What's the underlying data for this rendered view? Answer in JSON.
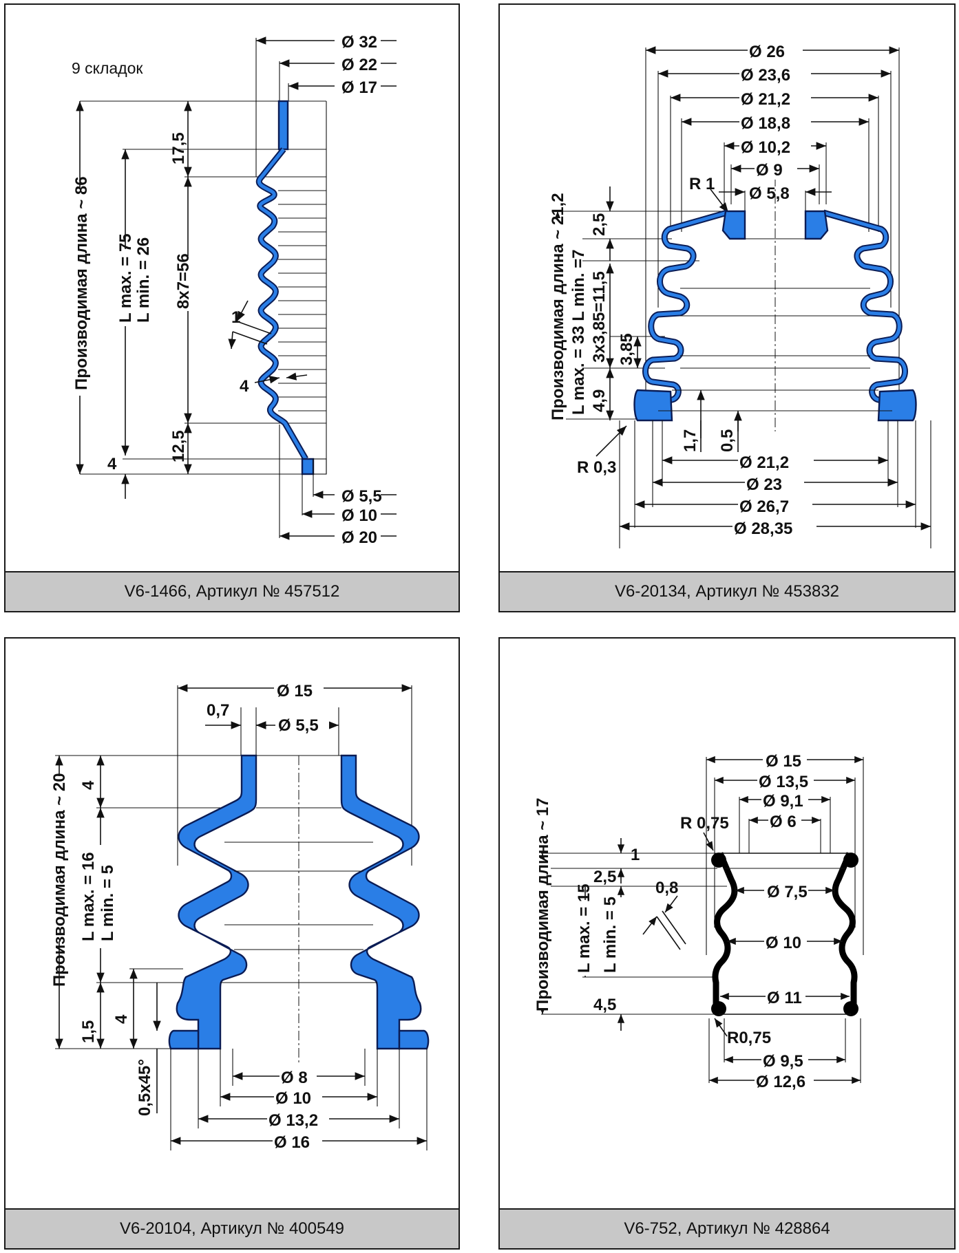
{
  "panels": [
    {
      "caption": "V6-1466, Артикул № 457512",
      "note": "9  складок",
      "dims": {
        "d32": "Ø 32",
        "d22": "Ø 22",
        "d17": "Ø 17",
        "d55": "Ø 5,5",
        "d10": "Ø 10",
        "d20": "Ø 20",
        "len": "Производимая длина ~ 86",
        "lmax": "L max. = 75",
        "lmin": "L min. = 26",
        "h175": "17,5",
        "h856": "8x7=56",
        "h125": "12,5",
        "h4": "4",
        "t1": "1",
        "t4": "4"
      }
    },
    {
      "caption": "V6-20134, Артикул № 453832",
      "dims": {
        "d26": "Ø 26",
        "d236": "Ø 23,6",
        "d212t": "Ø 21,2",
        "d188": "Ø 18,8",
        "d102": "Ø 10,2",
        "d9": "Ø 9",
        "d58": "Ø 5,8",
        "r1": "R 1",
        "d212b": "Ø 21,2",
        "d23": "Ø 23",
        "d267": "Ø 26,7",
        "d2835": "Ø 28,35",
        "r03": "R 0,3",
        "len": "Производимая длина ~ 21,2",
        "lmaxmin": "L max. = 33 L min. =7",
        "h25": "2,5",
        "h385x": "3x3,85=11,5",
        "h385": "3,85",
        "h49": "4,9",
        "h17": "1,7",
        "h05": "0,5"
      }
    },
    {
      "caption": "V6-20104, Артикул № 400549",
      "dims": {
        "d15": "Ø 15",
        "t07": "0,7",
        "d55": "Ø 5,5",
        "d8": "Ø 8",
        "d10": "Ø 10",
        "d132": "Ø 13,2",
        "d16": "Ø 16",
        "len": "Производимая длина ~ 20",
        "lmax": "L max. = 16",
        "lmin": "L min. = 5",
        "h4t": "4",
        "h15": "1,5",
        "h4b": "4",
        "ch": "0,5x45°"
      }
    },
    {
      "caption": "V6-752, Артикул № 428864",
      "dims": {
        "d15": "Ø 15",
        "d135": "Ø 13,5",
        "d91": "Ø 9,1",
        "d6": "Ø 6",
        "r075t": "R 0,75",
        "d75": "Ø 7,5",
        "d10": "Ø 10",
        "d11": "Ø 11",
        "r075b": "R0,75",
        "d95": "Ø 9,5",
        "d126": "Ø 12,6",
        "len": "Производимая длина ~ 17",
        "lmax": "L max. = 15",
        "lmin": "L min. = 5",
        "h1": "1",
        "h25": "2,5",
        "h08": "0,8",
        "h45": "4,5"
      }
    }
  ]
}
